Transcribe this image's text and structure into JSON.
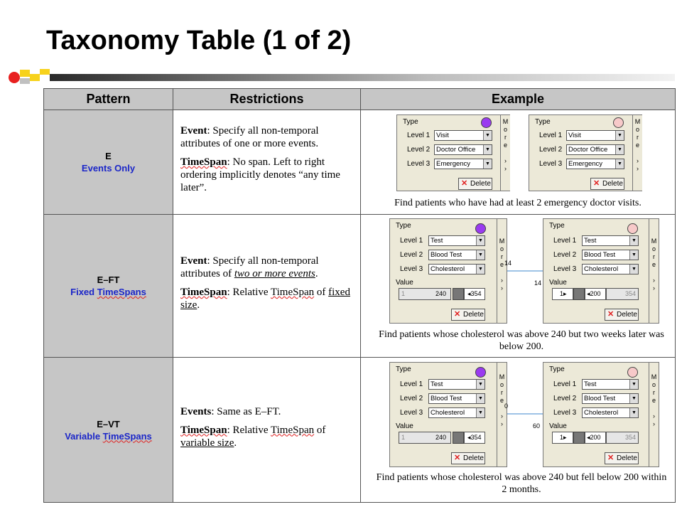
{
  "slide": {
    "title": "Taxonomy Table (1 of 2)"
  },
  "colors": {
    "accent_red": "#e8201f",
    "accent_yellow": "#f7d21c",
    "header_gray": "#c6c6c6",
    "subtitle_blue": "#1b26c8",
    "circle_purple": "#9a3bf0",
    "circle_pink": "#f7c9c9"
  },
  "table": {
    "headers": {
      "pattern": "Pattern",
      "restrictions": "Restrictions",
      "example": "Example"
    },
    "rows": [
      {
        "pattern_name": "E",
        "pattern_sub": "Events Only",
        "r1_term": "Event",
        "r1_text": ": Specify all non-temporal attributes of one or more events.",
        "r2_term": "TimeSpan",
        "r2_text": ": No span. Left to right ordering implicitly denotes “any time later”.",
        "caption": "Find patients who have had at least 2 emergency doctor visits.",
        "panel_left": {
          "type": "Type",
          "l1": "Level 1",
          "l2": "Level 2",
          "l3": "Level 3",
          "v1": "Visit",
          "v2": "Doctor Office",
          "v3": "Emergency",
          "delete": "Delete"
        },
        "panel_right": {
          "type": "Type",
          "l1": "Level 1",
          "l2": "Level 2",
          "l3": "Level 3",
          "v1": "Visit",
          "v2": "Doctor Office",
          "v3": "Emergency",
          "delete": "Delete"
        }
      },
      {
        "pattern_name": "E–FT",
        "pattern_sub_a": "Fixed ",
        "pattern_sub_b": "TimeSpans",
        "r1_term": "Event",
        "r1_text_a": ": Specify all non-temporal attributes of ",
        "r1_text_b": "two or more events",
        "r1_text_c": ".",
        "r2_term": "TimeSpan",
        "r2_text_a": ": Relative ",
        "r2_text_b": "TimeSpan",
        "r2_text_c": " of ",
        "r2_text_d": "fixed size",
        "r2_text_e": ".",
        "caption": "Find patients whose cholesterol was above 240 but two weeks later was below 200.",
        "panel_left": {
          "type": "Type",
          "l1": "Level 1",
          "l2": "Level 2",
          "l3": "Level 3",
          "v1": "Test",
          "v2": "Blood Test",
          "v3": "Cholesterol",
          "value": "Value",
          "min": "1",
          "mid": "240",
          "max": "354",
          "delete": "Delete"
        },
        "panel_right": {
          "type": "Type",
          "l1": "Level 1",
          "l2": "Level 2",
          "l3": "Level 3",
          "v1": "Test",
          "v2": "Blood Test",
          "v3": "Cholesterol",
          "value": "Value",
          "min": "1",
          "mid": "200",
          "max": "354",
          "delete": "Delete"
        },
        "connector_left": "14",
        "connector_right": "14"
      },
      {
        "pattern_name": "E–VT",
        "pattern_sub_a": "Variable ",
        "pattern_sub_b": "TimeSpans",
        "r1_term": "Events",
        "r1_text": ": Same as E–FT.",
        "r2_term": "TimeSpan",
        "r2_text_a": ": Relative ",
        "r2_text_b": "TimeSpan",
        "r2_text_c": " of ",
        "r2_text_d": "variable size",
        "r2_text_e": ".",
        "caption": "Find patients whose cholesterol was above 240 but fell below 200 within 2 months.",
        "panel_left": {
          "type": "Type",
          "l1": "Level 1",
          "l2": "Level 2",
          "l3": "Level 3",
          "v1": "Test",
          "v2": "Blood Test",
          "v3": "Cholesterol",
          "value": "Value",
          "min": "1",
          "mid": "240",
          "max": "354",
          "delete": "Delete"
        },
        "panel_right": {
          "type": "Type",
          "l1": "Level 1",
          "l2": "Level 2",
          "l3": "Level 3",
          "v1": "Test",
          "v2": "Blood Test",
          "v3": "Cholesterol",
          "value": "Value",
          "min": "1",
          "mid": "200",
          "max": "354",
          "delete": "Delete"
        },
        "connector_left": "0",
        "connector_right": "60"
      }
    ],
    "more_label": [
      "M",
      "o",
      "r",
      "e"
    ]
  }
}
